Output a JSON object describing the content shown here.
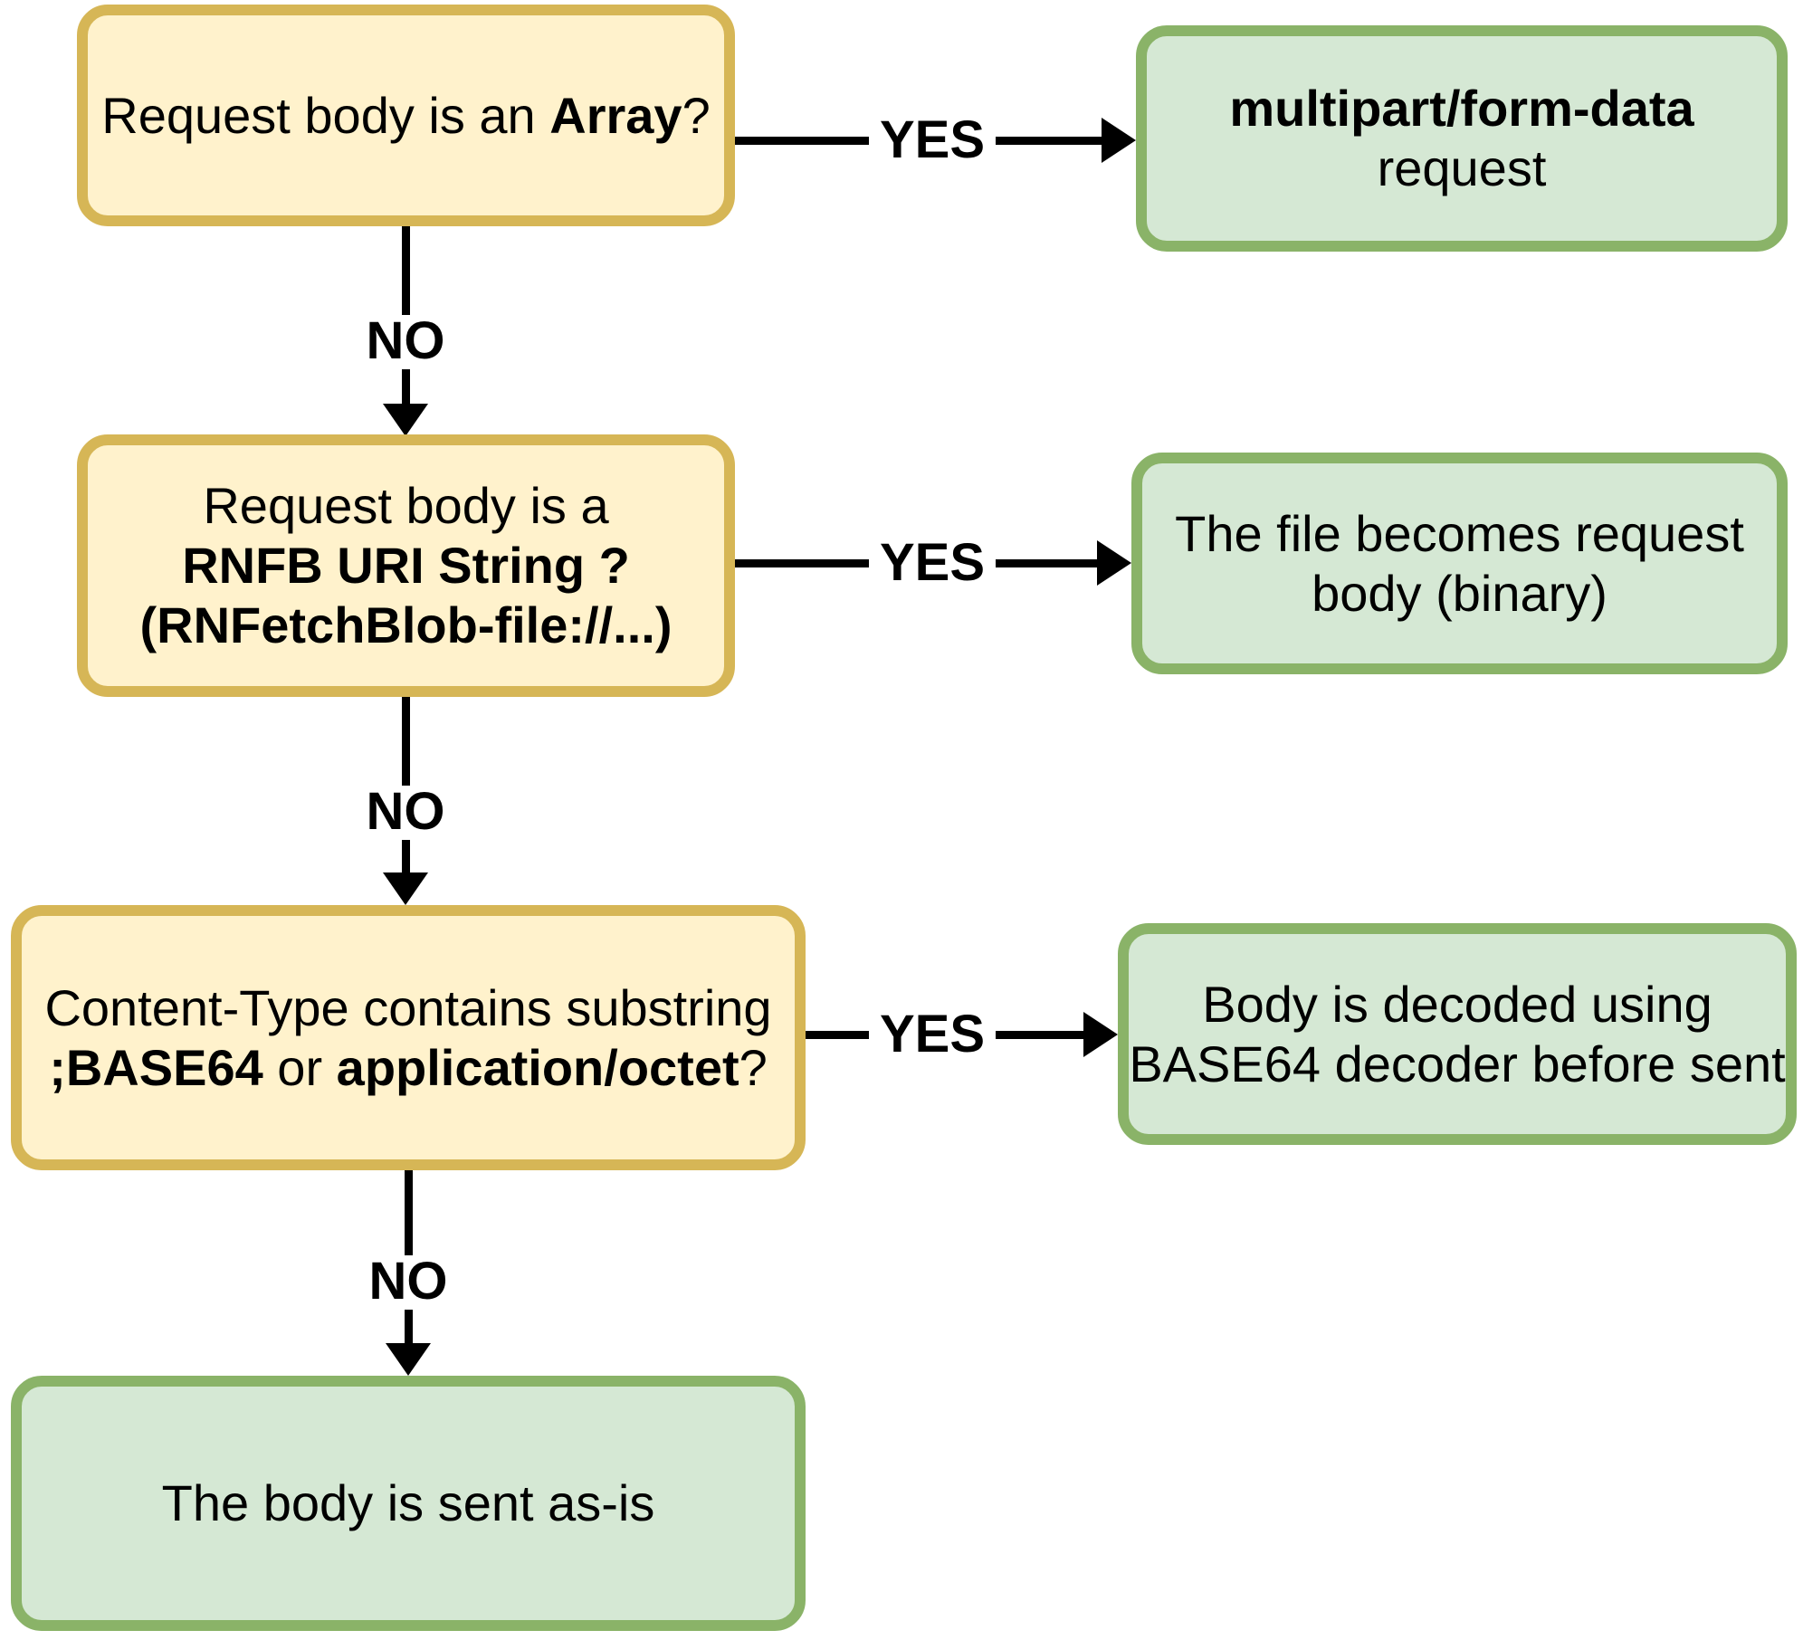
{
  "colors": {
    "canvas-bg": "#ffffff",
    "decision-fill": "#FFF2CC",
    "decision-border": "#D6B656",
    "result-fill": "#D5E8D4",
    "result-border": "#8AB368",
    "arrow": "#000000",
    "text": "#000000"
  },
  "nodes": {
    "q1": {
      "line1": {
        "seg1": "Request body is an ",
        "seg2": "Array",
        "seg3": "?"
      }
    },
    "a1": {
      "line1": "multipart/form-data",
      "line2": "request"
    },
    "q2": {
      "line1": "Request body is a",
      "line2": "RNFB URI String ?",
      "line3": "(RNFetchBlob-file://...)"
    },
    "a2": {
      "line1": "The file becomes request",
      "line2": "body (binary)"
    },
    "q3": {
      "line1": "Content-Type contains substring",
      "line2": {
        "seg1": ";BASE64",
        "seg2": " or ",
        "seg3": "application/octet",
        "seg4": "?"
      }
    },
    "a3": {
      "line1": "Body is decoded using",
      "line2": "BASE64 decoder before sent"
    },
    "final": {
      "line1": "The body is sent as-is"
    }
  },
  "connectors": {
    "yes1": {
      "label": "YES"
    },
    "yes2": {
      "label": "YES"
    },
    "yes3": {
      "label": "YES"
    },
    "no1": {
      "label": "NO"
    },
    "no2": {
      "label": "NO"
    },
    "no3": {
      "label": "NO"
    }
  }
}
